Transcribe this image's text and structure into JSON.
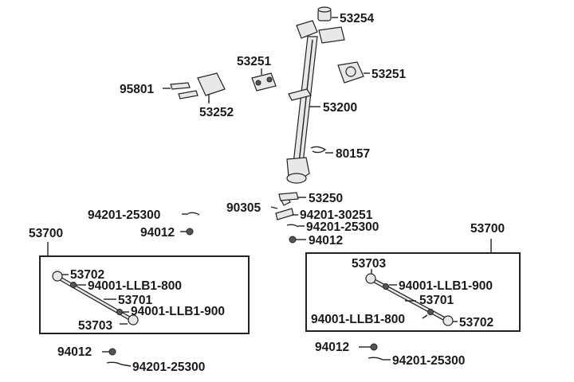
{
  "labels": {
    "l53254": "53254",
    "l53251a": "53251",
    "l53251b": "53251",
    "l95801": "95801",
    "l53252": "53252",
    "l53200": "53200",
    "l80157": "80157",
    "l90305": "90305",
    "l53250": "53250",
    "l94201_30251": "94201-30251",
    "l94201_25300_top": "94201-25300",
    "l94201_25300_mid": "94201-25300",
    "l94012_left_top": "94012",
    "l94012_mid": "94012",
    "l53700_left": "53700",
    "l53700_right": "53700",
    "l53702_left": "53702",
    "l94001_800_left": "94001-LLB1-800",
    "l53701_left": "53701",
    "l94001_900_left": "94001-LLB1-900",
    "l53703_left": "53703",
    "l53703_right": "53703",
    "l94001_900_right": "94001-LLB1-900",
    "l53701_right": "53701",
    "l94001_800_right": "94001-LLB1-800",
    "l53702_right": "53702",
    "l94012_left_bot": "94012",
    "l94201_25300_left_bot": "94201-25300",
    "l94012_right_bot": "94012",
    "l94201_25300_right_bot": "94201-25300"
  }
}
